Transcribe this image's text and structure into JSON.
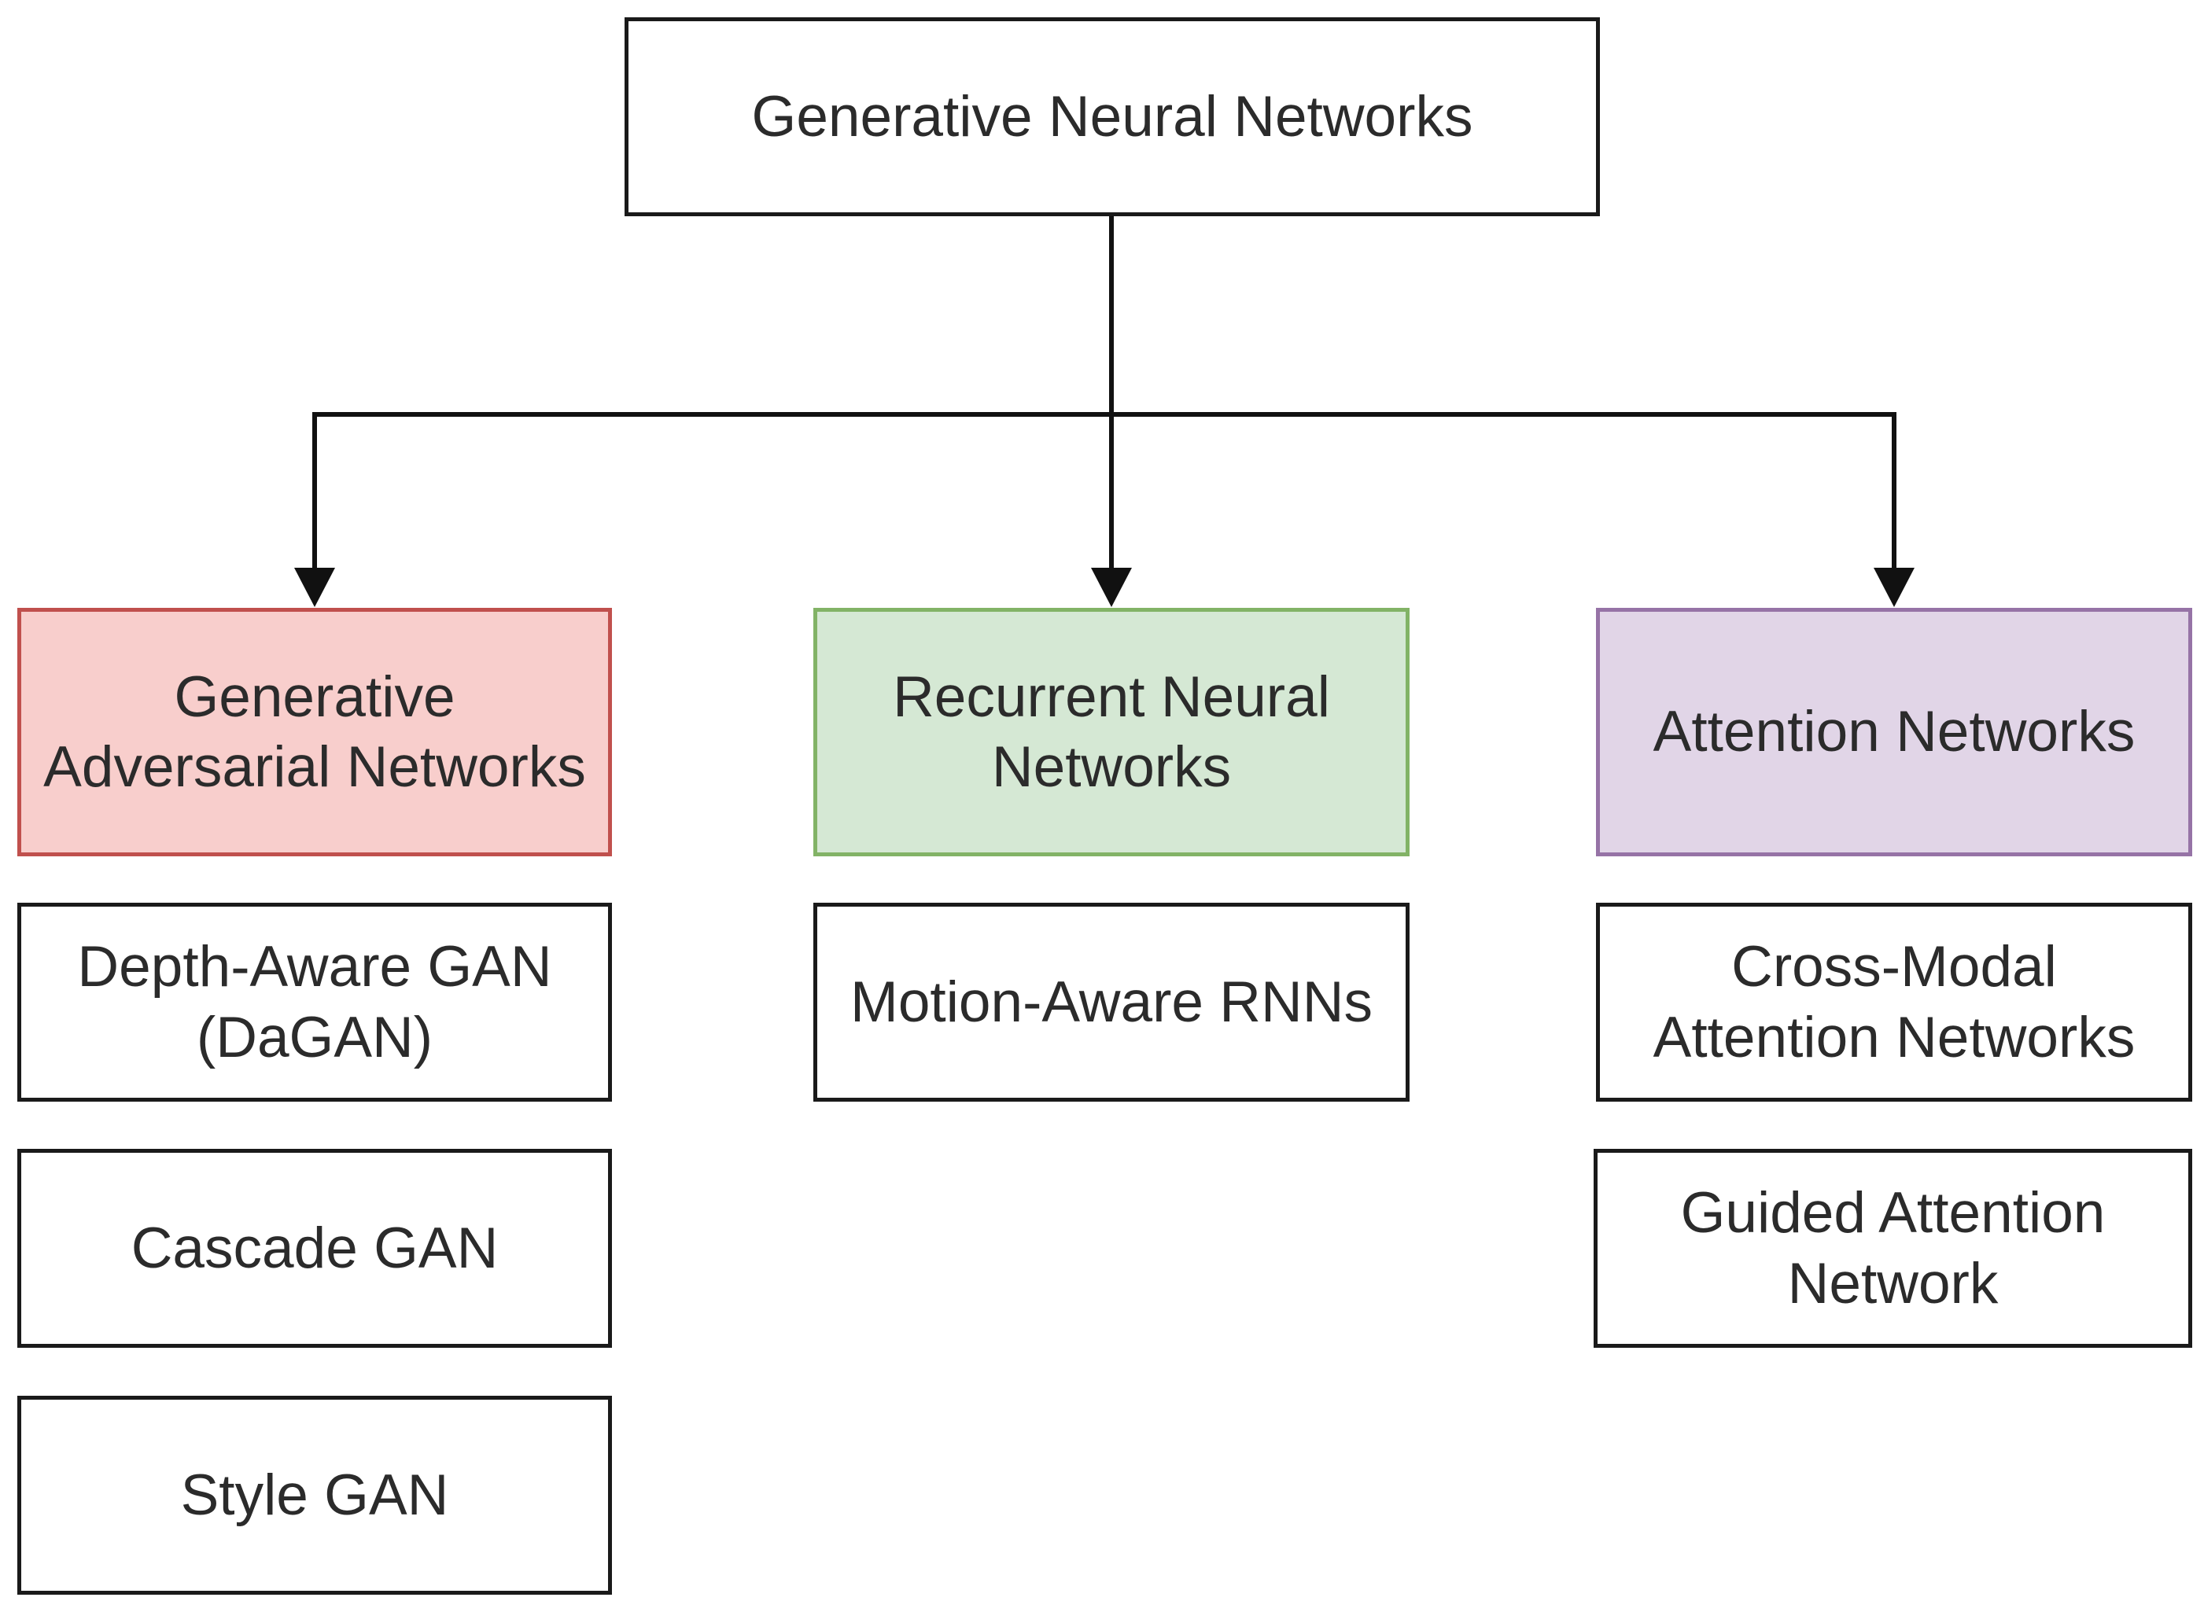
{
  "diagram": {
    "root": {
      "label": "Generative Neural Networks"
    },
    "categories": [
      {
        "key": "gan",
        "label": "Generative\nAdversarial Networks",
        "fill": "#f8cecc",
        "stroke": "#c0504d",
        "items": [
          "Depth-Aware GAN\n(DaGAN)",
          "Cascade GAN",
          "Style GAN"
        ]
      },
      {
        "key": "rnn",
        "label": "Recurrent Neural\nNetworks",
        "fill": "#d5e8d4",
        "stroke": "#82b366",
        "items": [
          "Motion-Aware RNNs"
        ]
      },
      {
        "key": "attention",
        "label": "Attention Networks",
        "fill": "#e1d5e7",
        "stroke": "#9673a6",
        "items": [
          "Cross-Modal\nAttention Networks",
          "Guided Attention\nNetwork"
        ]
      }
    ],
    "connector_color": "#111111"
  }
}
